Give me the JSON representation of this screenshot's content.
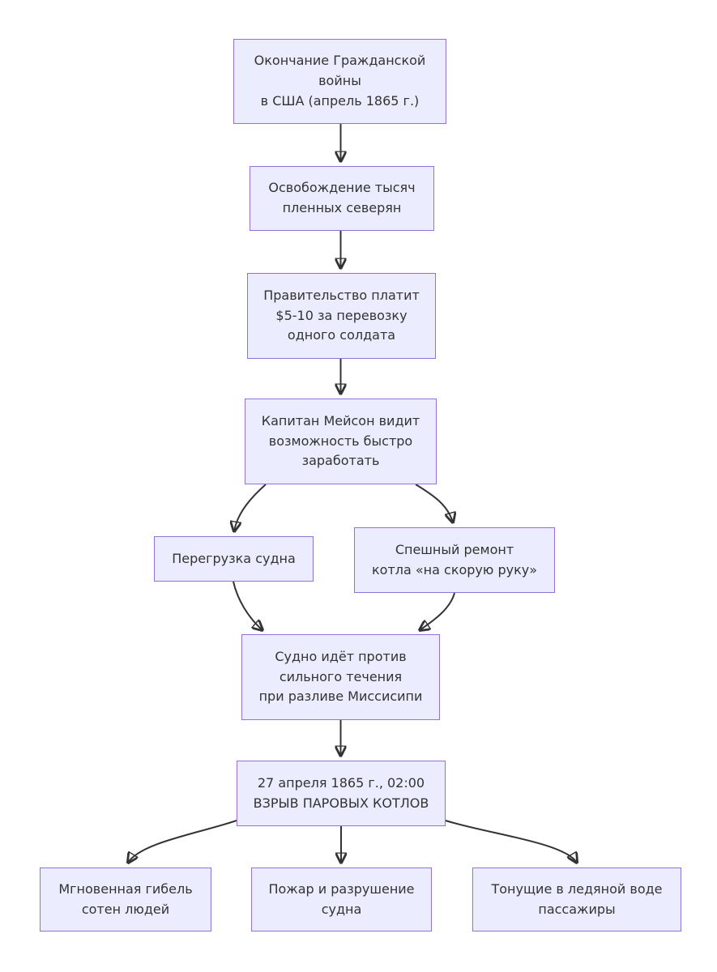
{
  "diagram": {
    "type": "flowchart",
    "direction": "top-down",
    "colors": {
      "background": "#ffffff",
      "node_fill": "#ECECFF",
      "node_border": "#9370DB",
      "node_text": "#333333",
      "edge_stroke": "#333333"
    },
    "nodes": [
      {
        "id": "civil-war-end",
        "label": "Окончание Гражданской\nвойны\nв США (апрель 1865 г.)"
      },
      {
        "id": "prisoners",
        "label": "Освобождение тысяч\nпленных северян"
      },
      {
        "id": "government-pays",
        "label": "Правительство платит\n$5-10 за перевозку\nодного солдата"
      },
      {
        "id": "captain-mason",
        "label": "Капитан Мейсон видит\nвозможность быстро\nзаработать"
      },
      {
        "id": "overload",
        "label": "Перегрузка судна"
      },
      {
        "id": "hasty-repair",
        "label": "Спешный ремонт\nкотла «на скорую руку»"
      },
      {
        "id": "against-current",
        "label": "Судно идёт против\nсильного течения\nпри разливе Миссисипи"
      },
      {
        "id": "explosion",
        "label": "27 апреля 1865 г., 02:00\nВЗРЫВ ПАРОВЫХ КОТЛОВ"
      },
      {
        "id": "instant-death",
        "label": "Мгновенная гибель\nсотен людей"
      },
      {
        "id": "fire",
        "label": "Пожар и разрушение\nсудна"
      },
      {
        "id": "drowning",
        "label": "Тонущие в ледяной воде\nпассажиры"
      }
    ],
    "edges": [
      {
        "from": "civil-war-end",
        "to": "prisoners"
      },
      {
        "from": "prisoners",
        "to": "government-pays"
      },
      {
        "from": "government-pays",
        "to": "captain-mason"
      },
      {
        "from": "captain-mason",
        "to": "overload"
      },
      {
        "from": "captain-mason",
        "to": "hasty-repair"
      },
      {
        "from": "overload",
        "to": "against-current"
      },
      {
        "from": "hasty-repair",
        "to": "against-current"
      },
      {
        "from": "against-current",
        "to": "explosion"
      },
      {
        "from": "explosion",
        "to": "instant-death"
      },
      {
        "from": "explosion",
        "to": "fire"
      },
      {
        "from": "explosion",
        "to": "drowning"
      }
    ]
  }
}
